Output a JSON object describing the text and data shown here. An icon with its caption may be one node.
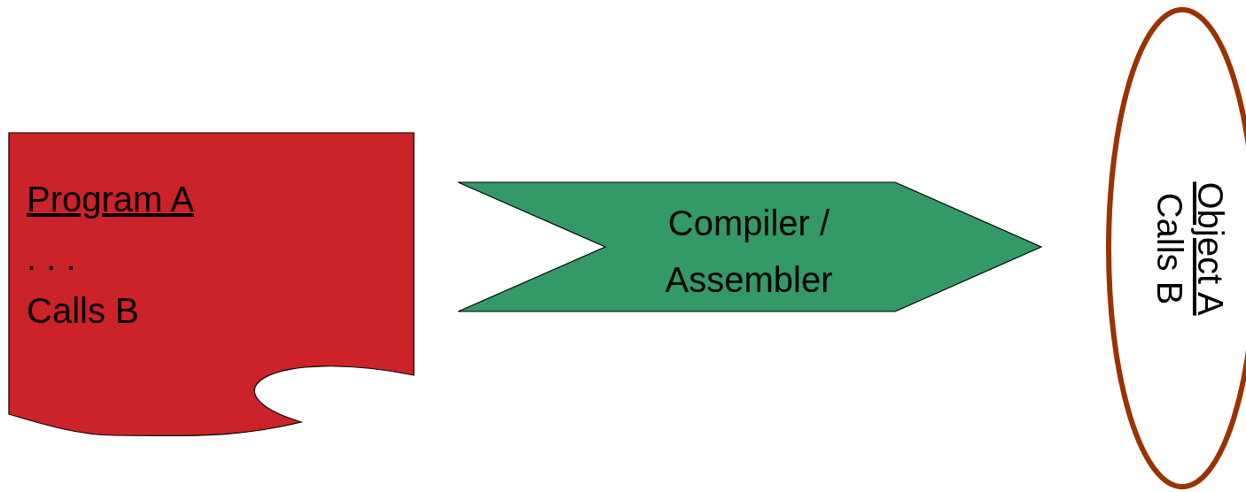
{
  "diagram": {
    "nodes": [
      {
        "text": [
          "Program A",
          ". . .",
          "Calls B"
        ]
      },
      {
        "text": [
          "Compiler / Assembler"
        ]
      },
      {
        "text": [
          "Object A",
          "Calls B"
        ]
      }
    ]
  }
}
